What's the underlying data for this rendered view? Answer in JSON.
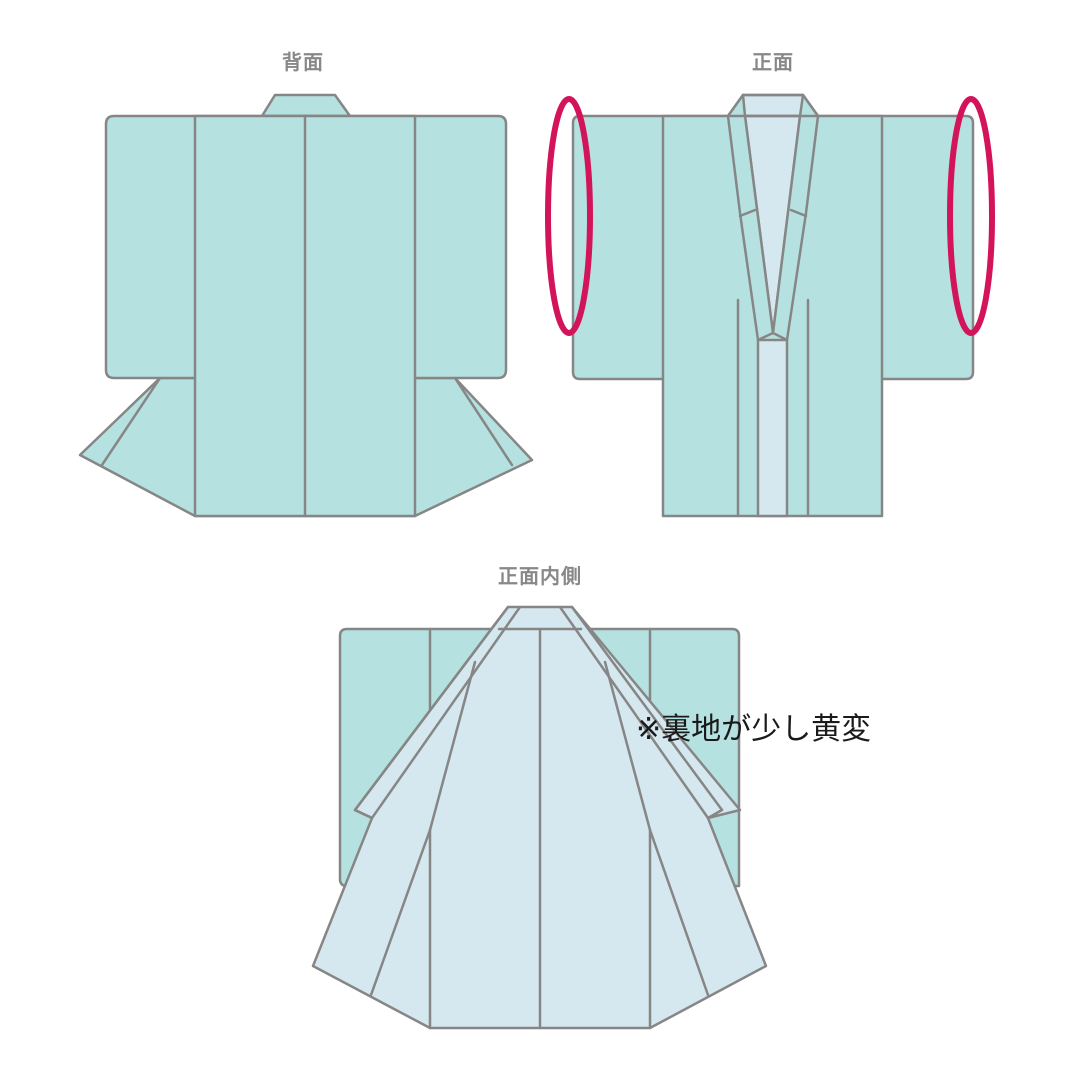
{
  "labels": {
    "back": "背面",
    "front": "正面",
    "front_inside": "正面内側"
  },
  "note": "※裏地が少し黄変",
  "colors": {
    "outer_fabric": "#b5e2e0",
    "lining": "#d6e8ef",
    "outline": "#868686",
    "highlight": "#d4145a",
    "label_text": "#888888"
  },
  "highlights": [
    {
      "view": "front",
      "location": "left sleeve edge"
    },
    {
      "view": "front",
      "location": "right sleeve edge"
    }
  ]
}
